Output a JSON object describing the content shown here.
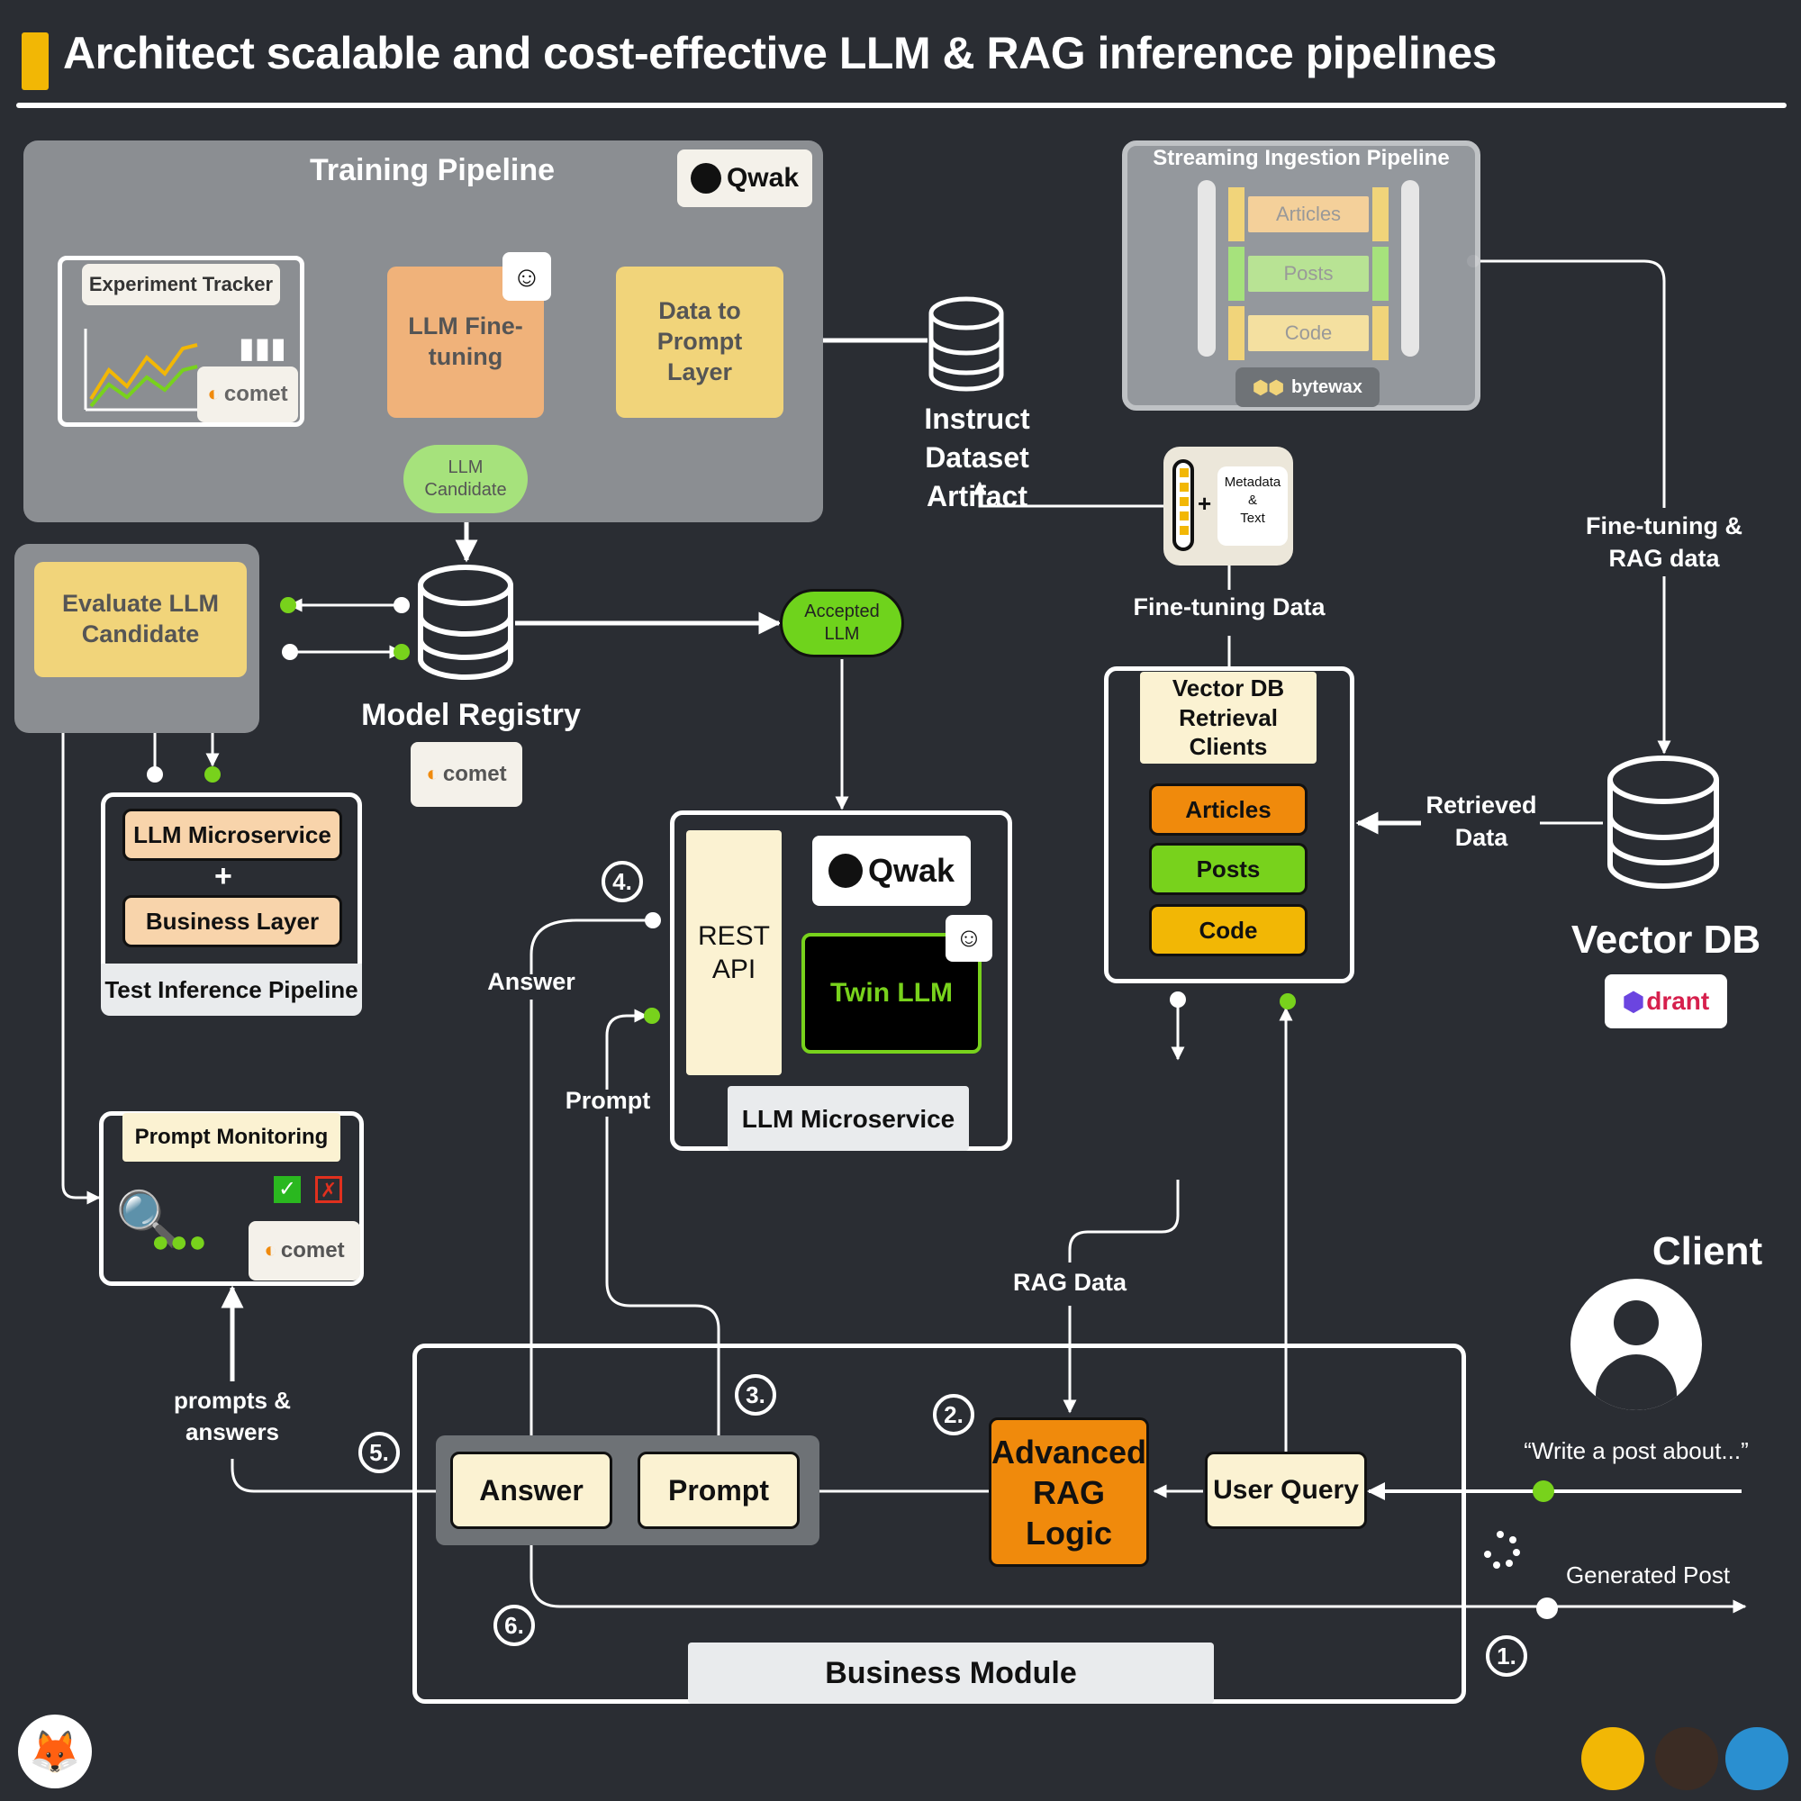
{
  "title": "Architect scalable and cost-effective LLM & RAG inference pipelines",
  "training": {
    "title": "Training Pipeline",
    "qwak_logo": "Qwak",
    "experiment_tracker": "Experiment Tracker",
    "comet_logo": "comet",
    "llm_finetuning": "LLM Fine-tuning",
    "data_to_prompt": "Data to Prompt Layer",
    "llm_candidate": "LLM Candidate"
  },
  "instruct_dataset": "Instruct Dataset Artifact",
  "streaming": {
    "title": "Streaming Ingestion Pipeline",
    "items": [
      "Articles",
      "Posts",
      "Code"
    ],
    "bytewax_logo": "bytewax"
  },
  "evaluate": "Evaluate LLM Candidate",
  "model_registry": {
    "label": "Model Registry",
    "logo": "comet"
  },
  "accepted_llm": "Accepted LLM",
  "metadata_text": {
    "metadata": "Metadata",
    "amp": "&",
    "text": "Text"
  },
  "finetuning_data": "Fine-tuning Data",
  "finetuning_rag_data": "Fine-tuning & RAG data",
  "retrieval": {
    "title": "Vector DB Retrieval Clients",
    "items": [
      "Articles",
      "Posts",
      "Code"
    ]
  },
  "retrieved_data": "Retrieved Data",
  "vector_db": {
    "label": "Vector DB",
    "logo": "drant"
  },
  "test_inference": {
    "microservice": "LLM Microservice",
    "plus": "+",
    "business": "Business Layer",
    "title": "Test Inference Pipeline"
  },
  "llm_microservice": {
    "rest_api": "REST API",
    "qwak_logo": "Qwak",
    "twin_llm": "Twin LLM",
    "title": "LLM Microservice"
  },
  "prompt_monitoring": {
    "title": "Prompt Monitoring",
    "logo": "comet"
  },
  "labels": {
    "answer": "Answer",
    "prompt": "Prompt",
    "rag_data": "RAG Data",
    "prompts_answers": "prompts & answers",
    "generated_post": "Generated Post",
    "write_post": "“Write a post about...”"
  },
  "client": "Client",
  "business": {
    "answer": "Answer",
    "prompt": "Prompt",
    "rag_logic": "Advanced RAG Logic",
    "user_query": "User Query",
    "title": "Business Module"
  },
  "steps": [
    "1.",
    "2.",
    "3.",
    "4.",
    "5.",
    "6."
  ],
  "colors": {
    "accent_yellow": "#f2b705",
    "orange": "#f08a0c",
    "green": "#78d21c",
    "light_green": "#a6e27c",
    "cream": "#fbf2d2",
    "bg": "#2a2d33"
  }
}
